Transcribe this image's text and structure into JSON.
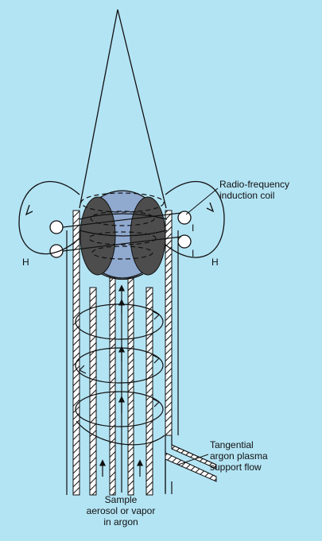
{
  "labels": {
    "coil": [
      "Radio-frequency",
      "induction coil"
    ],
    "flow": [
      "Tangential",
      "argon plasma",
      "support flow"
    ],
    "sample": [
      "Sample",
      "aerosol or vapor",
      "in argon"
    ],
    "field_left": "H",
    "field_right": "H",
    "current_top": "I",
    "current_bottom": "I"
  },
  "colors": {
    "background": "#b3e4f4",
    "line": "#111111",
    "plasma_dark": "#4d4d4d",
    "plasma_light": "#8fa9cf"
  }
}
